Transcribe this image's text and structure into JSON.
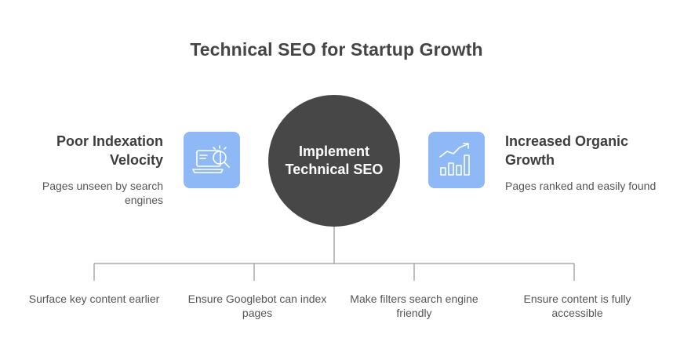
{
  "title": "Technical SEO for Startup Growth",
  "center": {
    "label": "Implement Technical SEO"
  },
  "left": {
    "title": "Poor Indexation Velocity",
    "description": "Pages unseen by search engines",
    "icon": "laptop-search-icon"
  },
  "right": {
    "title": "Increased Organic Growth",
    "description": "Pages ranked and easily found",
    "icon": "growth-chart-icon"
  },
  "branches": [
    {
      "label": "Surface key content earlier"
    },
    {
      "label": "Ensure Googlebot can index pages"
    },
    {
      "label": "Make filters search engine friendly"
    },
    {
      "label": "Ensure content is fully accessible"
    }
  ],
  "colors": {
    "tile": "#8fb8f7",
    "circle": "#474747",
    "line": "#9a9a9a"
  }
}
